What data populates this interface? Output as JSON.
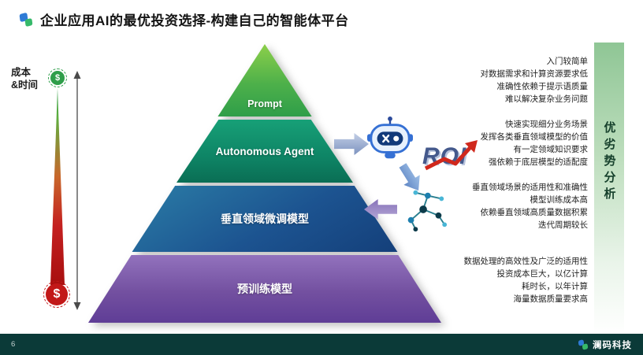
{
  "title": "企业应用AI的最优投资选择-构建自己的智能体平台",
  "page_number": "6",
  "cost_axis": {
    "label": [
      "成本",
      "&时间"
    ],
    "dollar_symbol": "$"
  },
  "pyramid": {
    "layers": [
      {
        "label": "Prompt"
      },
      {
        "label": "Autonomous Agent"
      },
      {
        "label": "垂直领域微调模型"
      },
      {
        "label": "预训练模型"
      }
    ]
  },
  "roi_label": "ROI",
  "notes": [
    {
      "lines": [
        "入门较简单",
        "对数据需求和计算资源要求低",
        "准确性依赖于提示语质量",
        "难以解决复杂业务问题"
      ]
    },
    {
      "lines": [
        "快速实现细分业务场景",
        "发挥各类垂直领域模型的价值",
        "有一定领域知识要求",
        "强依赖于底层模型的适配度"
      ]
    },
    {
      "lines": [
        "垂直领域场景的适用性和准确性",
        "模型训练成本高",
        "依赖垂直领域高质量数据积累",
        "迭代周期较长"
      ]
    },
    {
      "lines": [
        "数据处理的高效性及广泛的适用性",
        "投资成本巨大，以亿计算",
        "耗时长，以年计算",
        "海量数据质量要求高"
      ]
    }
  ],
  "analysis_band": {
    "label": "优劣势分析"
  },
  "footer": {
    "brand": "澜码科技"
  },
  "colors": {
    "prompt_green": "#3f9e4a",
    "agent_teal": "#0e8465",
    "finetune_blue": "#1c5390",
    "pretrain_purple": "#7350a0",
    "footer_bar": "#0b3a38",
    "roi_red": "#d0281c",
    "cost_axis_green": "#2f9e4a",
    "cost_axis_red": "#c21818",
    "brand_blue": "#2e7bd6",
    "brand_green": "#36b96a"
  },
  "icons": {
    "dollar_coin": "$",
    "robot": "robot-icon",
    "molecule": "molecule-icon",
    "flow_arrow": "block-arrow",
    "roi_trend": "rising-arrow"
  }
}
